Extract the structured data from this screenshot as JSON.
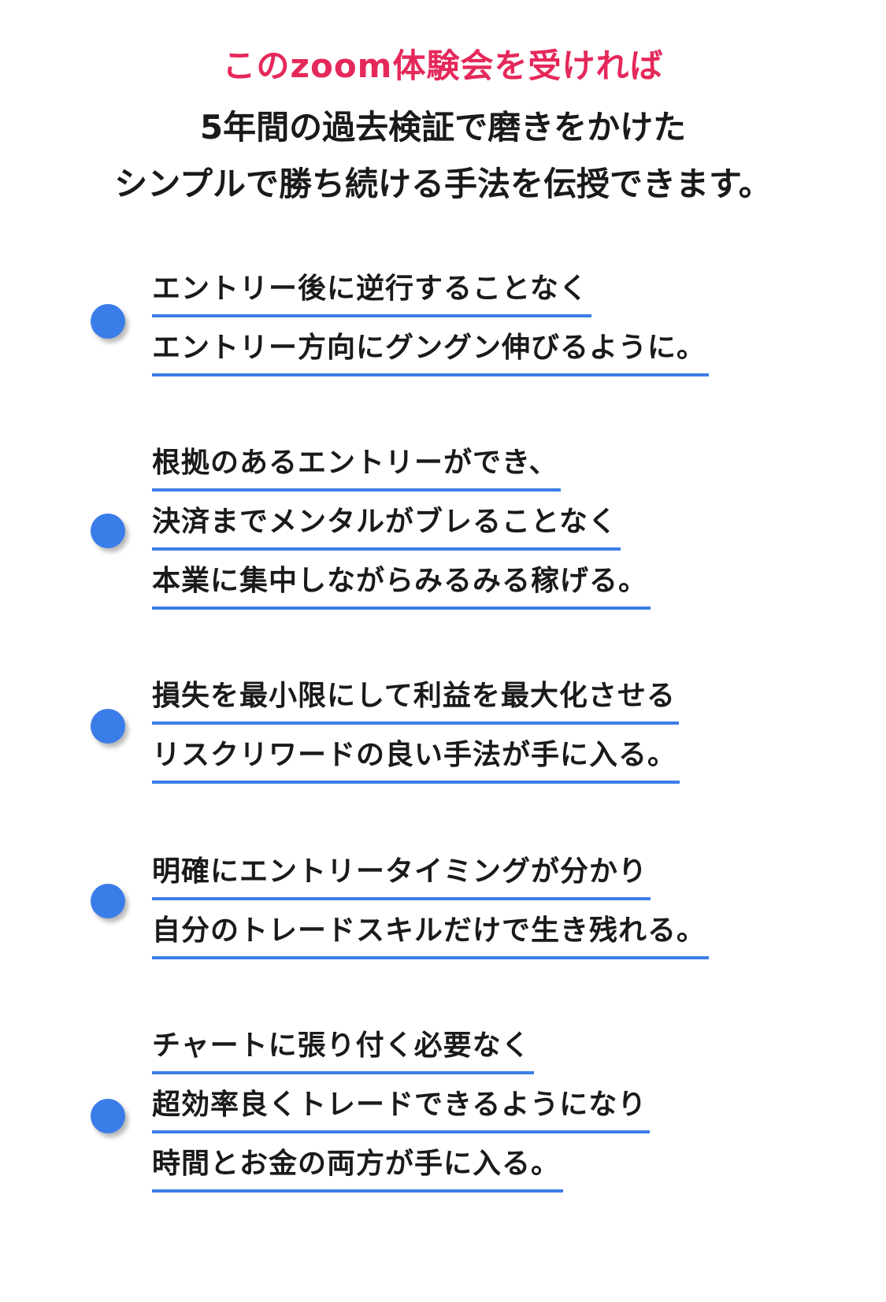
{
  "headline": {
    "accent": "このzoom体験会を受ければ",
    "line1": "5年間の過去検証で磨きをかけた",
    "line2": "シンプルで勝ち続ける手法を伝授できます。"
  },
  "benefits": [
    {
      "lines": [
        "エントリー後に逆行することなく",
        "エントリー方向にグングン伸びるように。"
      ]
    },
    {
      "lines": [
        "根拠のあるエントリーができ、",
        "決済までメンタルがブレることなく",
        "本業に集中しながらみるみる稼げる。"
      ]
    },
    {
      "lines": [
        "損失を最小限にして利益を最大化させる",
        "リスクリワードの良い手法が手に入る。"
      ]
    },
    {
      "lines": [
        "明確にエントリータイミングが分かり",
        "自分のトレードスキルだけで生き残れる。"
      ]
    },
    {
      "lines": [
        "チャートに張り付く必要なく",
        "超効率良くトレードできるようになり",
        "時間とお金の両方が手に入る。"
      ]
    }
  ],
  "colors": {
    "accent": "#e5285a",
    "bullet": "#3b7de8",
    "underline": "#3b7de8",
    "text": "#1a1a1a"
  }
}
